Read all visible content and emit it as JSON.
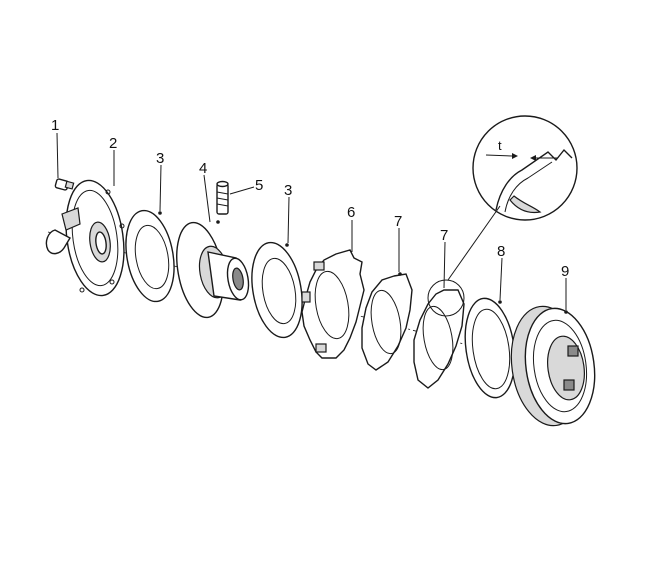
{
  "diagram": {
    "callouts": [
      {
        "id": "c1",
        "label": "1"
      },
      {
        "id": "c2",
        "label": "2"
      },
      {
        "id": "c3a",
        "label": "3"
      },
      {
        "id": "c4",
        "label": "4"
      },
      {
        "id": "c5",
        "label": "5"
      },
      {
        "id": "c3b",
        "label": "3"
      },
      {
        "id": "c6",
        "label": "6"
      },
      {
        "id": "c7a",
        "label": "7"
      },
      {
        "id": "c7b",
        "label": "7"
      },
      {
        "id": "c8",
        "label": "8"
      },
      {
        "id": "c9",
        "label": "9"
      }
    ],
    "detail": {
      "dimension_label": "t"
    }
  }
}
